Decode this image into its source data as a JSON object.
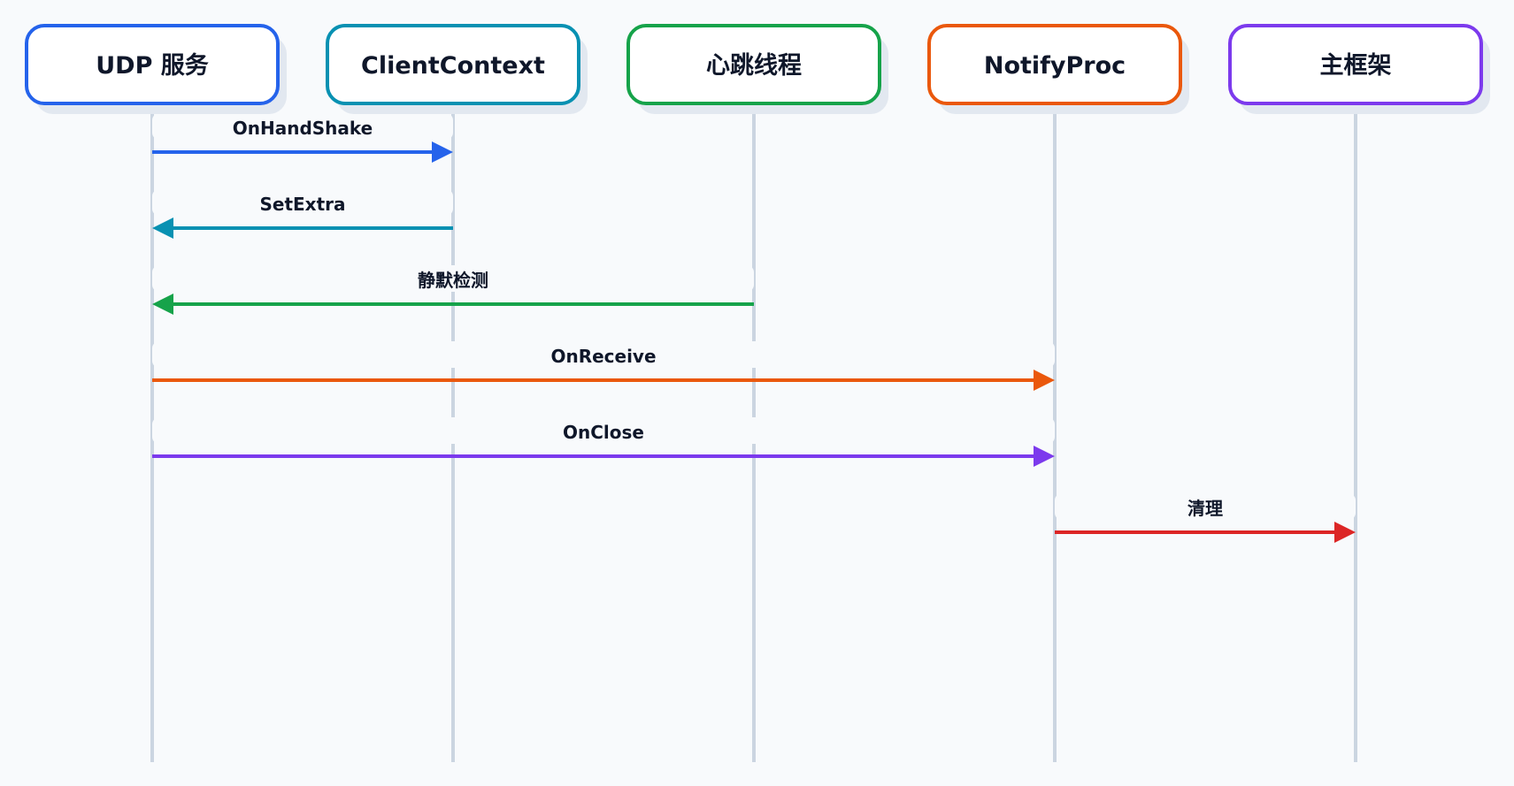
{
  "actors": [
    {
      "id": "udp",
      "label": "UDP 服务",
      "color": "#2563eb"
    },
    {
      "id": "ctx",
      "label": "ClientContext",
      "color": "#0891b2"
    },
    {
      "id": "hb",
      "label": "心跳线程",
      "color": "#16a34a"
    },
    {
      "id": "notify",
      "label": "NotifyProc",
      "color": "#ea580c"
    },
    {
      "id": "main",
      "label": "主框架",
      "color": "#7c3aed"
    }
  ],
  "messages": [
    {
      "label": "OnHandShake",
      "from": 0,
      "to": 1,
      "color": "#2563eb"
    },
    {
      "label": "SetExtra",
      "from": 1,
      "to": 0,
      "color": "#0891b2"
    },
    {
      "label": "静默检测",
      "from": 2,
      "to": 0,
      "color": "#16a34a"
    },
    {
      "label": "OnReceive",
      "from": 0,
      "to": 3,
      "color": "#ea580c"
    },
    {
      "label": "OnClose",
      "from": 0,
      "to": 3,
      "color": "#7c3aed"
    },
    {
      "label": "清理",
      "from": 3,
      "to": 4,
      "color": "#dc2626"
    }
  ],
  "colors": {
    "background": "#f8fafc",
    "lifeline": "#cbd5e1",
    "shadow": "#e2e8f0",
    "box_fill": "#ffffff",
    "text": "#0f172a"
  }
}
